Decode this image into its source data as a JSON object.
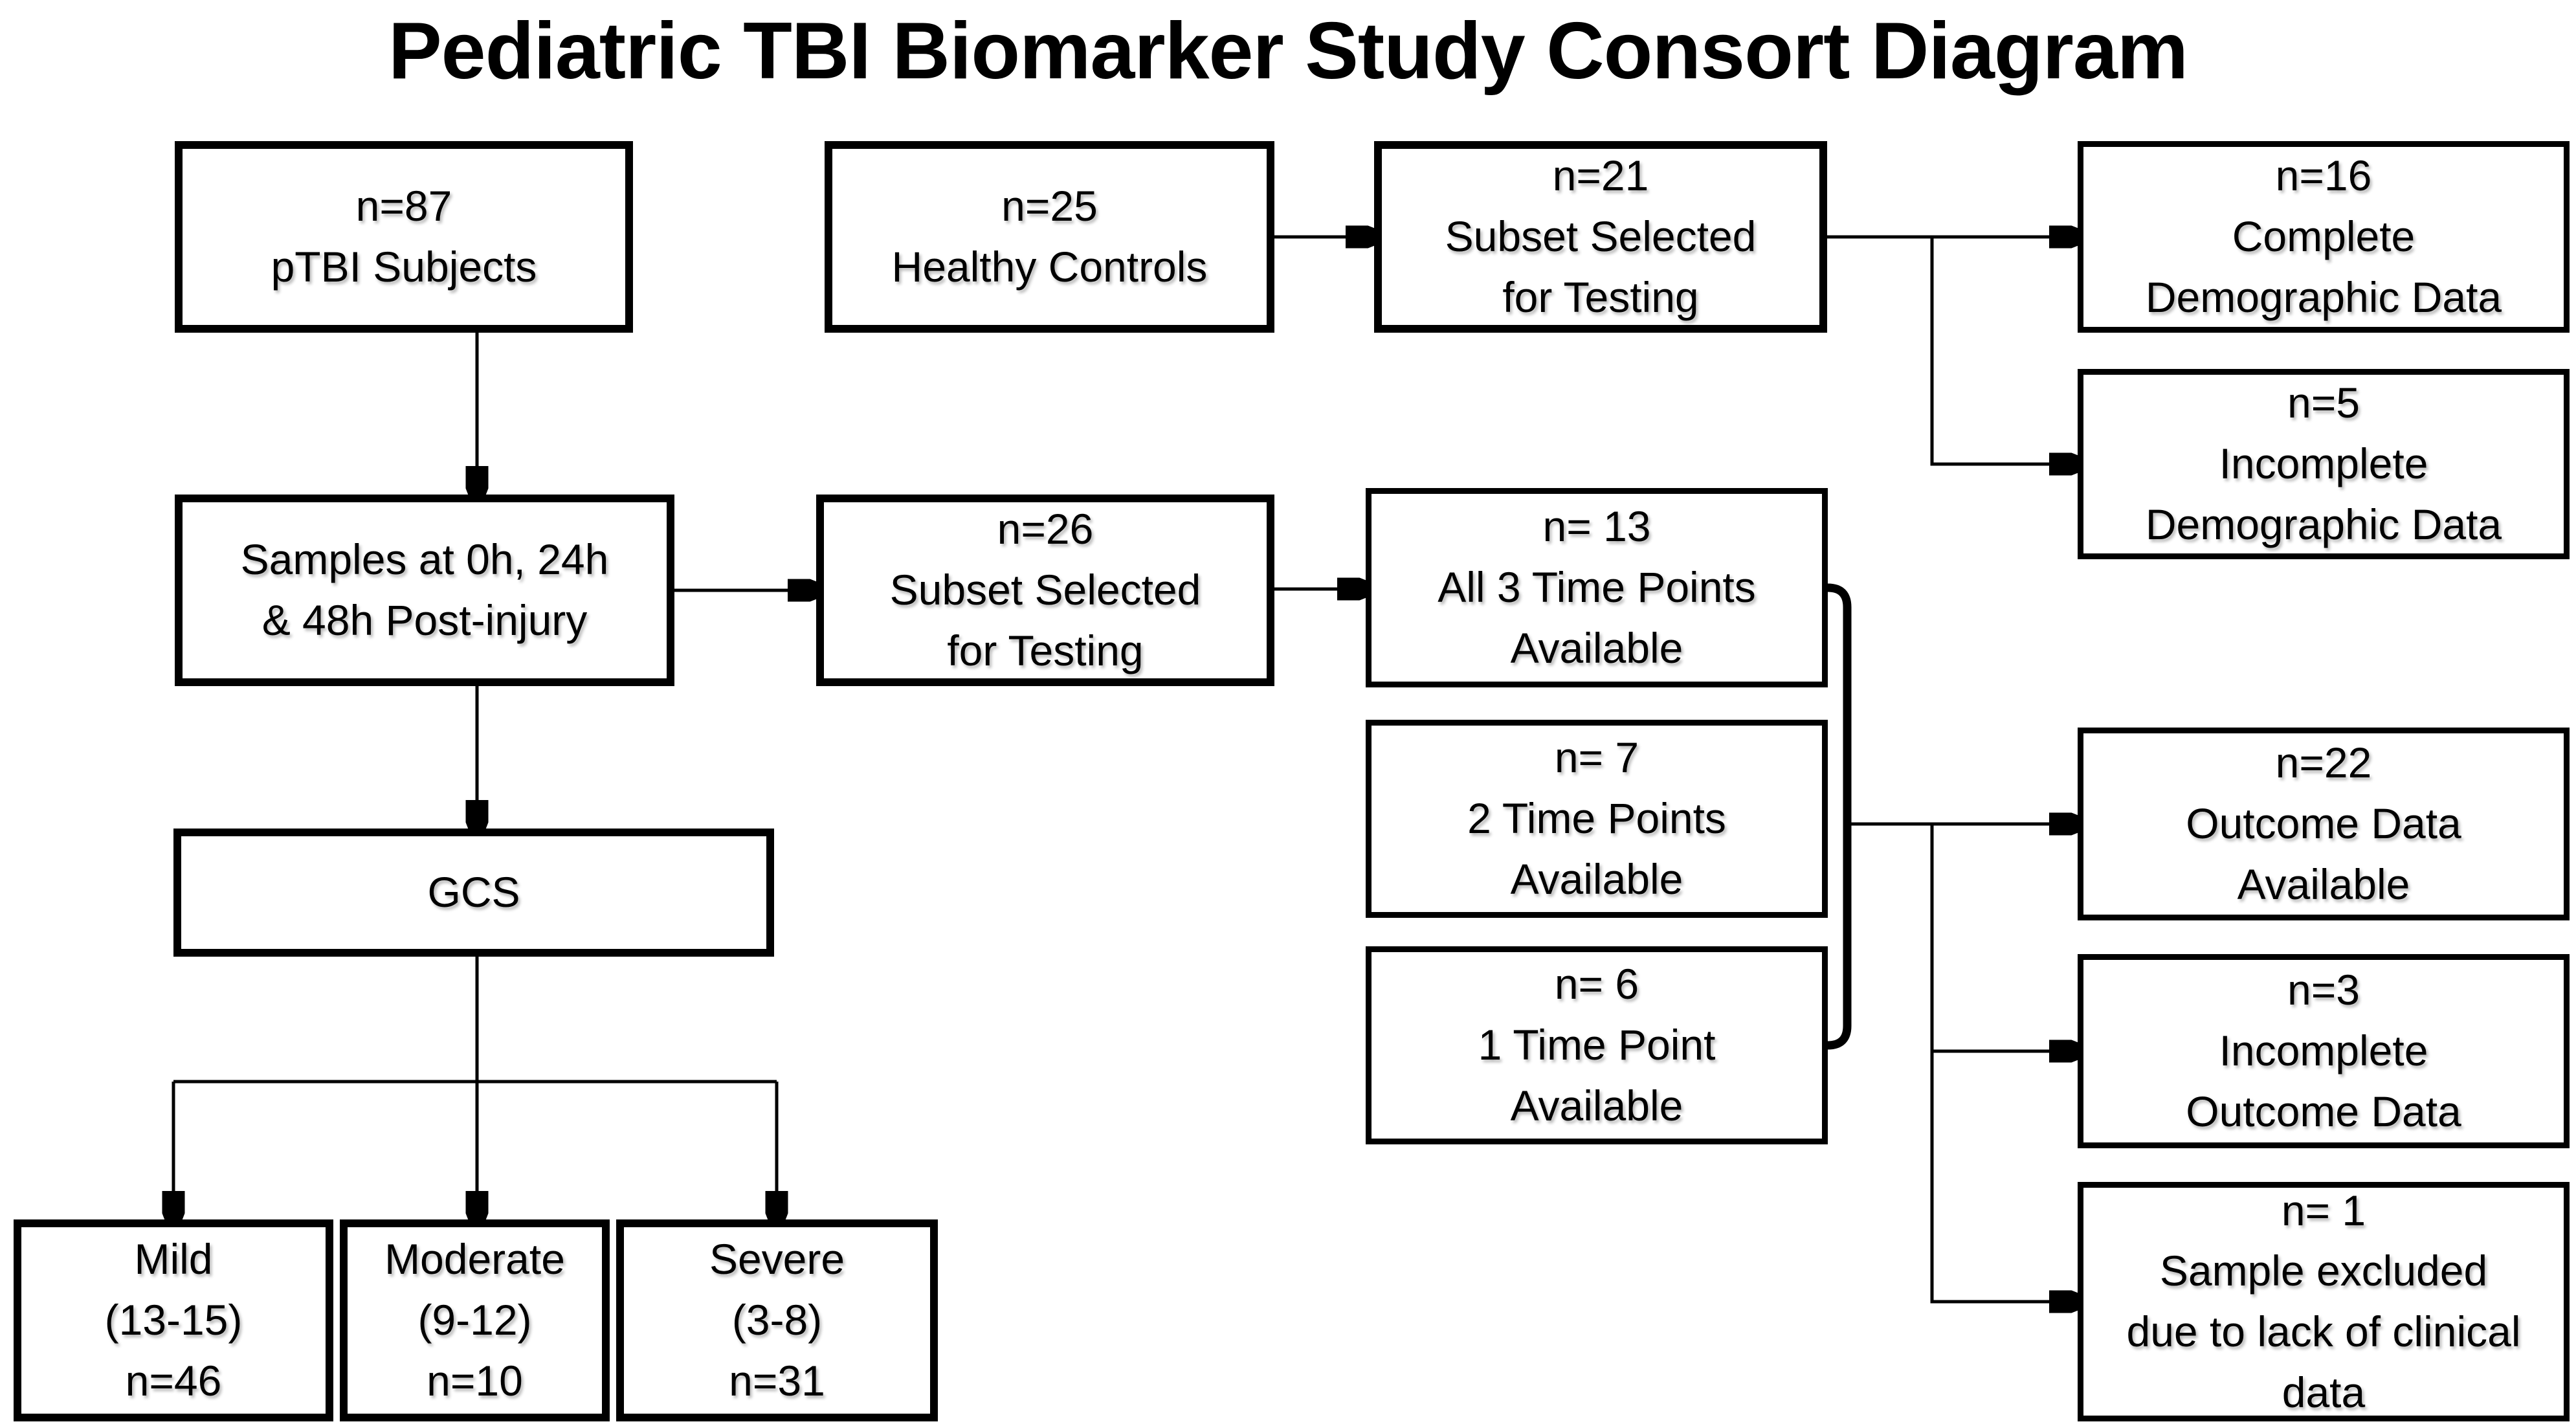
{
  "title": "Pediatric TBI Biomarker Study Consort Diagram",
  "boxes": {
    "ptbi": "n=87\npTBI Subjects",
    "healthy": "n=25\nHealthy Controls",
    "subset21": "n=21\nSubset Selected\nfor Testing",
    "complete_demo": "n=16\nComplete\nDemographic Data",
    "incomplete_demo": "n=5\nIncomplete\nDemographic Data",
    "samples": "Samples at 0h, 24h\n& 48h Post-injury",
    "subset26": "n=26\nSubset Selected\nfor Testing",
    "tp3": "n= 13\nAll 3 Time Points\nAvailable",
    "tp2": "n= 7\n2 Time Points\nAvailable",
    "tp1": "n= 6\n1 Time Point\nAvailable",
    "outcome": "n=22\nOutcome Data\nAvailable",
    "incomplete_outcome": "n=3\nIncomplete\nOutcome Data",
    "excluded": "n= 1\nSample excluded\ndue to lack of clinical\ndata",
    "gcs": "GCS",
    "mild": "Mild\n(13-15)\nn=46",
    "moderate": "Moderate\n(9-12)\nn=10",
    "severe": "Severe\n(3-8)\nn=31"
  },
  "edges": [
    {
      "from": "ptbi",
      "to": "samples"
    },
    {
      "from": "healthy",
      "to": "subset21"
    },
    {
      "from": "subset21",
      "to": "complete_demo"
    },
    {
      "from": "subset21",
      "to": "incomplete_demo"
    },
    {
      "from": "samples",
      "to": "subset26"
    },
    {
      "from": "subset26",
      "to": "tp3"
    },
    {
      "from": "time_points_group",
      "to": "outcome"
    },
    {
      "from": "time_points_group",
      "to": "incomplete_outcome"
    },
    {
      "from": "time_points_group",
      "to": "excluded"
    },
    {
      "from": "samples",
      "to": "gcs"
    },
    {
      "from": "gcs",
      "to": "mild"
    },
    {
      "from": "gcs",
      "to": "moderate"
    },
    {
      "from": "gcs",
      "to": "severe"
    }
  ],
  "colors": {
    "background": "#ffffff",
    "line": "#000000",
    "text": "#000000"
  }
}
